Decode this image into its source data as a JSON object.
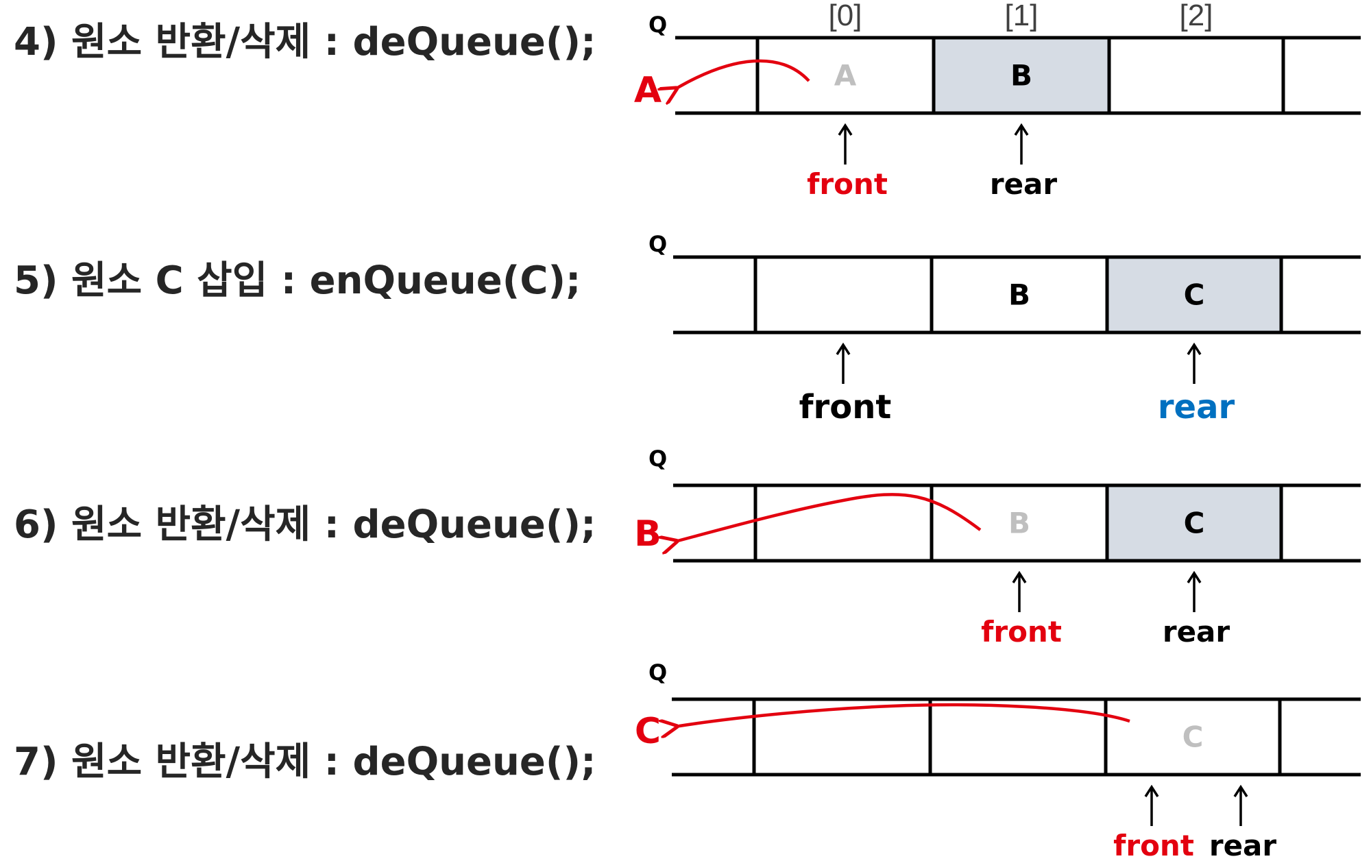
{
  "colors": {
    "highlight": "#d6dce4",
    "red": "#e3000f",
    "blue": "#0070c0",
    "black": "#000000",
    "removed": "#bfbfbf"
  },
  "indices": [
    "[0]",
    "[1]",
    "[2]"
  ],
  "queue_label": "Q",
  "steps": [
    {
      "title": "4) 원소 반환/삭제 : deQueue();",
      "cells": [
        {
          "value": "A",
          "state": "removed"
        },
        {
          "value": "B",
          "state": "highlight"
        },
        {
          "value": "",
          "state": "empty"
        }
      ],
      "front": {
        "label": "front",
        "index": 0,
        "color": "red"
      },
      "rear": {
        "label": "rear",
        "index": 1,
        "color": "black"
      },
      "output": {
        "value": "A",
        "from_index": 0
      }
    },
    {
      "title": "5) 원소 C 삽입 : enQueue(C);",
      "cells": [
        {
          "value": "",
          "state": "empty"
        },
        {
          "value": "B",
          "state": "normal"
        },
        {
          "value": "C",
          "state": "highlight"
        }
      ],
      "front": {
        "label": "front",
        "index": 0,
        "color": "black"
      },
      "rear": {
        "label": "rear",
        "index": 2,
        "color": "blue"
      },
      "output": null
    },
    {
      "title": "6) 원소 반환/삭제 : deQueue();",
      "cells": [
        {
          "value": "",
          "state": "empty"
        },
        {
          "value": "B",
          "state": "removed"
        },
        {
          "value": "C",
          "state": "highlight"
        }
      ],
      "front": {
        "label": "front",
        "index": 1,
        "color": "red"
      },
      "rear": {
        "label": "rear",
        "index": 2,
        "color": "black"
      },
      "output": {
        "value": "B",
        "from_index": 1
      }
    },
    {
      "title": "7) 원소 반환/삭제 : deQueue();",
      "cells": [
        {
          "value": "",
          "state": "empty"
        },
        {
          "value": "",
          "state": "empty"
        },
        {
          "value": "C",
          "state": "removed"
        }
      ],
      "front": {
        "label": "front",
        "index": 2,
        "color": "red"
      },
      "rear": {
        "label": "rear",
        "index": 2,
        "color": "black"
      },
      "output": {
        "value": "C",
        "from_index": 2
      }
    }
  ]
}
